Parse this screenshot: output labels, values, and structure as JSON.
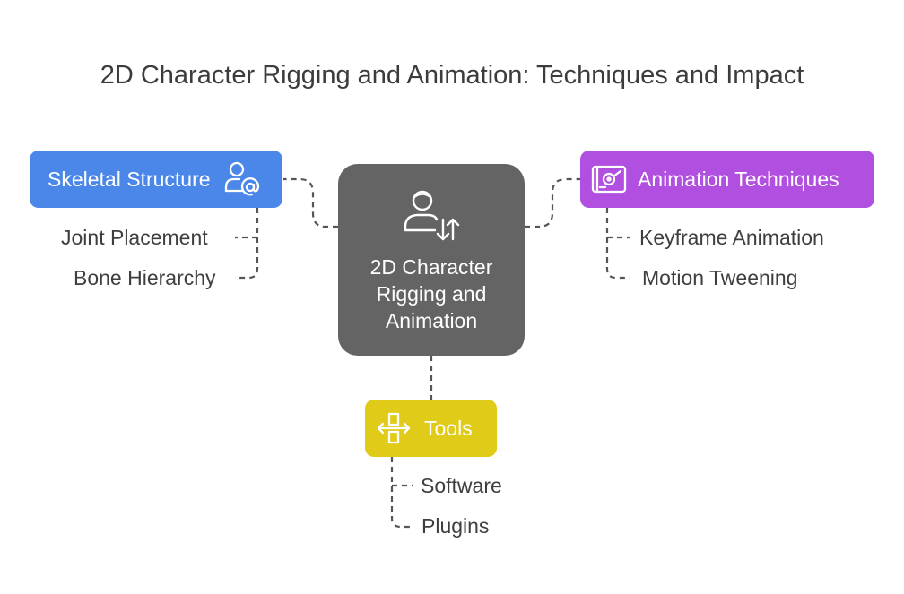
{
  "title": "2D Character Rigging and Animation: Techniques and Impact",
  "center": {
    "label": "2D Character Rigging and Animation",
    "icon": "person-exchange-icon"
  },
  "skeletal": {
    "label": "Skeletal Structure",
    "icon": "user-at-icon",
    "color": "#4b87e8",
    "items": [
      "Joint Placement",
      "Bone Hierarchy"
    ]
  },
  "animation": {
    "label": "Animation Techniques",
    "icon": "drawing-tablet-icon",
    "color": "#b04fe0",
    "items": [
      "Keyframe Animation",
      "Motion Tweening"
    ]
  },
  "tools": {
    "label": "Tools",
    "icon": "move-horizontal-icon",
    "color": "#e0cc18",
    "items": [
      "Software",
      "Plugins"
    ]
  },
  "colors": {
    "center": "#646464",
    "connector": "#555555"
  }
}
